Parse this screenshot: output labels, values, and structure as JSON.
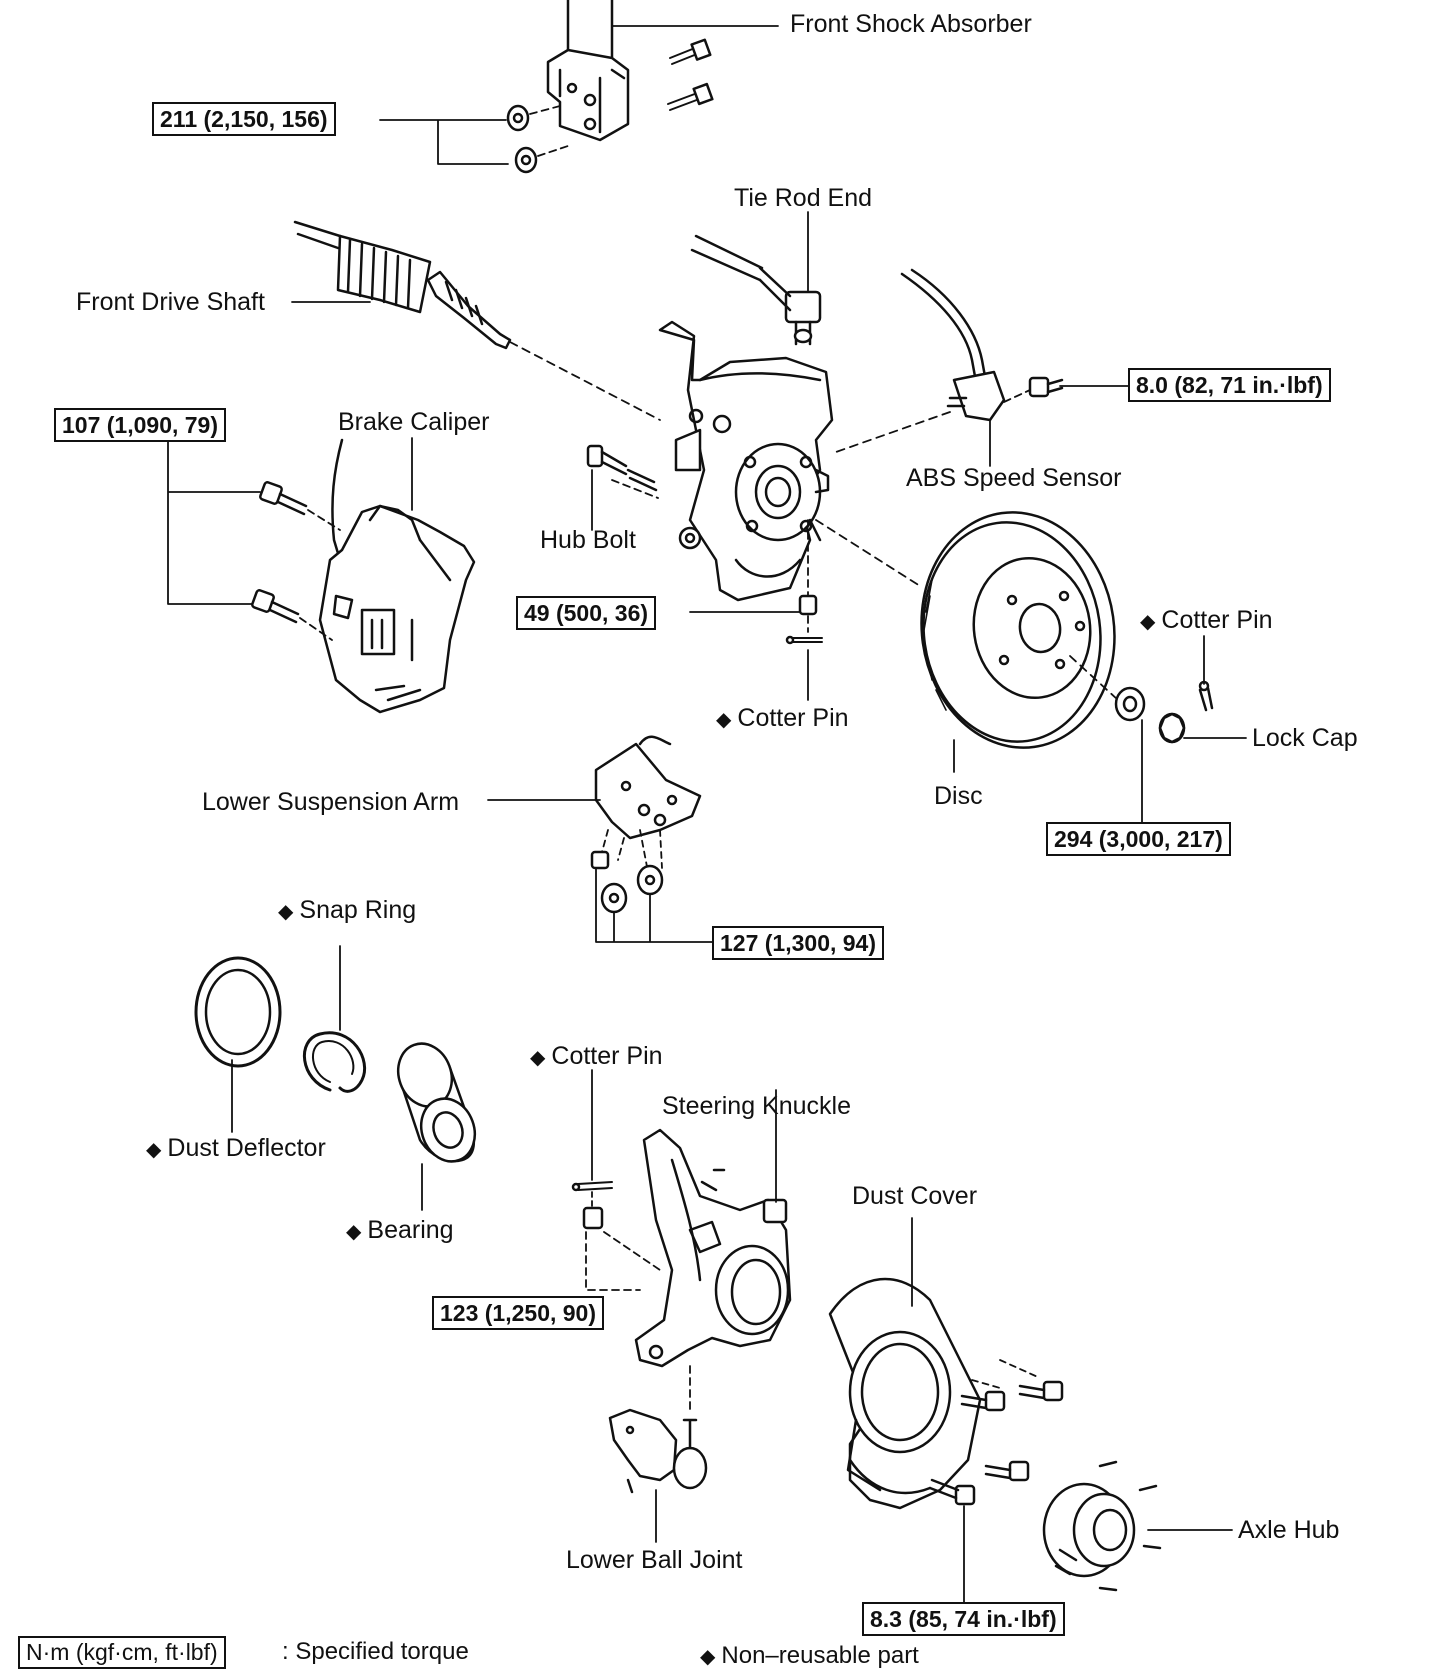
{
  "labels": {
    "front_shock_absorber": "Front Shock Absorber",
    "tie_rod_end": "Tie Rod End",
    "front_drive_shaft": "Front Drive Shaft",
    "brake_caliper": "Brake Caliper",
    "abs_speed_sensor": "ABS Speed Sensor",
    "hub_bolt": "Hub Bolt",
    "cotter_pin": "Cotter Pin",
    "lock_cap": "Lock Cap",
    "disc": "Disc",
    "lower_suspension_arm": "Lower Suspension Arm",
    "snap_ring": "Snap Ring",
    "dust_deflector": "Dust Deflector",
    "bearing": "Bearing",
    "steering_knuckle": "Steering Knuckle",
    "dust_cover": "Dust Cover",
    "lower_ball_joint": "Lower Ball Joint",
    "axle_hub": "Axle Hub"
  },
  "torques": {
    "shock_bolts": "211 (2,150, 156)",
    "abs_sensor_bolt": "8.0 (82, 71 in.·lbf)",
    "caliper_bolts": "107 (1,090, 79)",
    "tie_rod_nut": "49 (500, 36)",
    "axle_nut": "294 (3,000, 217)",
    "lower_arm_nuts": "127 (1,300, 94)",
    "ball_joint_nut": "123 (1,250, 90)",
    "dust_cover_bolts": "8.3 (85, 74 in.·lbf)"
  },
  "non_reusable_mark": "◆",
  "legend": {
    "torque_box": "N·m (kgf·cm, ft·lbf)",
    "torque_desc": ": Specified torque",
    "non_reusable": "Non–reusable part"
  }
}
